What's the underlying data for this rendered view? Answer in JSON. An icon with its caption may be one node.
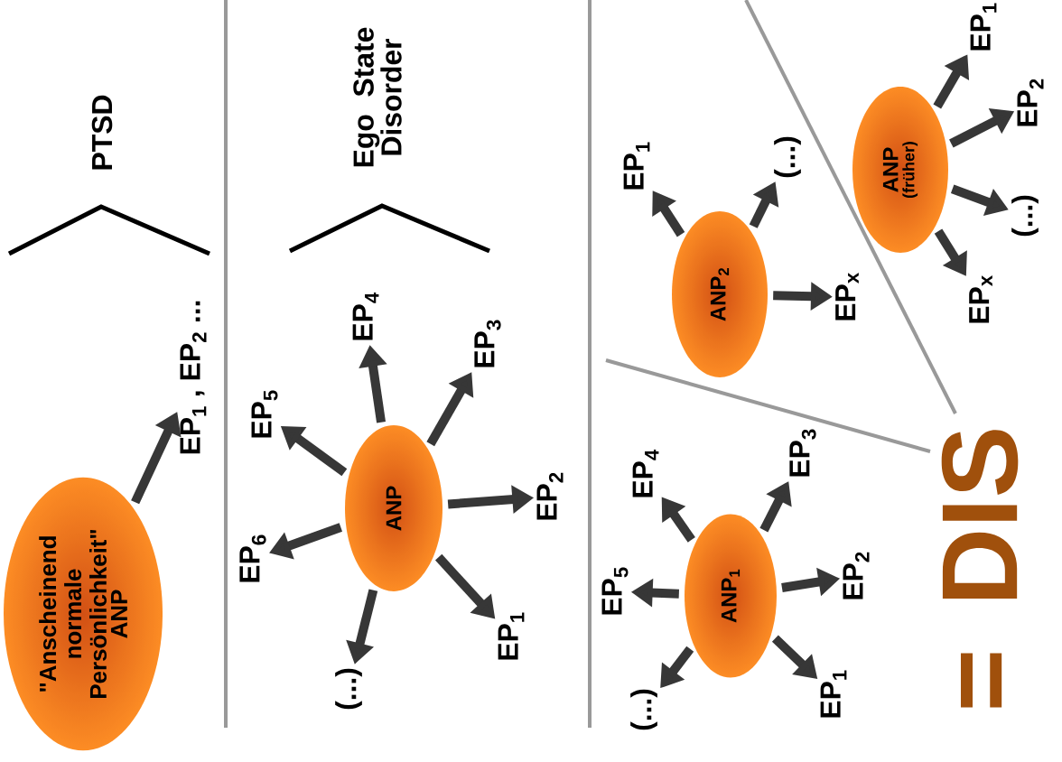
{
  "diagram": {
    "nodes": [
      {
        "text": [
          "\"Anscheinend normale Persönlichkeit\"",
          "ANP"
        ]
      },
      {
        "text": [
          "EP$_{1}$ , EP$_{2}$ ..."
        ]
      },
      {
        "text": [
          "ANP"
        ]
      },
      {
        "text": [
          "EP$_{4}$"
        ]
      },
      {
        "text": [
          "EP$_{3}$"
        ]
      },
      {
        "text": [
          "EP$_{5}$"
        ]
      },
      {
        "text": [
          "EP$_{2}$"
        ]
      },
      {
        "text": [
          "EP$_{6}$"
        ]
      },
      {
        "text": [
          "EP$_{1}$"
        ]
      },
      {
        "text": [
          "(...)"
        ]
      },
      {
        "text": [
          "ANP$_{2}$"
        ]
      },
      {
        "text": [
          "EP$_{1}$"
        ]
      },
      {
        "text": [
          "(...)"
        ]
      },
      {
        "text": [
          "EP$_{x}$"
        ]
      },
      {
        "text": [
          "ANP",
          "(früher)"
        ]
      },
      {
        "text": [
          "EP$_{1}$"
        ]
      },
      {
        "text": [
          "EP$_{2}$"
        ]
      },
      {
        "text": [
          "(...)"
        ]
      },
      {
        "text": [
          "EP$_{x}$"
        ]
      },
      {
        "text": [
          "ANP$_{1}$"
        ]
      },
      {
        "text": [
          "EP$_{4}$"
        ]
      },
      {
        "text": [
          "EP$_{3}$"
        ]
      },
      {
        "text": [
          "EP$_{5}$"
        ]
      },
      {
        "text": [
          "EP$_{2}$"
        ]
      },
      {
        "text": [
          "(...)"
        ]
      },
      {
        "text": [
          "EP$_{1}$"
        ]
      }
    ],
    "edges": [
      {
        "from": 0,
        "to": 1,
        "arrow": "to"
      },
      {
        "from": 2,
        "to": 3,
        "arrow": "to"
      },
      {
        "from": 2,
        "to": 4,
        "arrow": "to"
      },
      {
        "from": 2,
        "to": 5,
        "arrow": "to"
      },
      {
        "from": 2,
        "to": 6,
        "arrow": "to"
      },
      {
        "from": 2,
        "to": 7,
        "arrow": "to"
      },
      {
        "from": 2,
        "to": 8,
        "arrow": "to"
      },
      {
        "from": 2,
        "to": 9,
        "arrow": "to"
      },
      {
        "from": 10,
        "to": 11,
        "arrow": "to"
      },
      {
        "from": 10,
        "to": 12,
        "arrow": "to"
      },
      {
        "from": 10,
        "to": 13,
        "arrow": "to"
      },
      {
        "from": 14,
        "to": 15,
        "arrow": "to"
      },
      {
        "from": 14,
        "to": 16,
        "arrow": "to"
      },
      {
        "from": 14,
        "to": 17,
        "arrow": "to"
      },
      {
        "from": 14,
        "to": 18,
        "arrow": "to"
      },
      {
        "from": 19,
        "to": 20,
        "arrow": "to"
      },
      {
        "from": 19,
        "to": 21,
        "arrow": "to"
      },
      {
        "from": 19,
        "to": 22,
        "arrow": "to"
      },
      {
        "from": 19,
        "to": 23,
        "arrow": "to"
      },
      {
        "from": 19,
        "to": 24,
        "arrow": "to"
      },
      {
        "from": 19,
        "to": 25,
        "arrow": "to"
      }
    ],
    "labels": [
      "PTSD",
      "Ego State Disorder",
      "= DIS"
    ]
  }
}
